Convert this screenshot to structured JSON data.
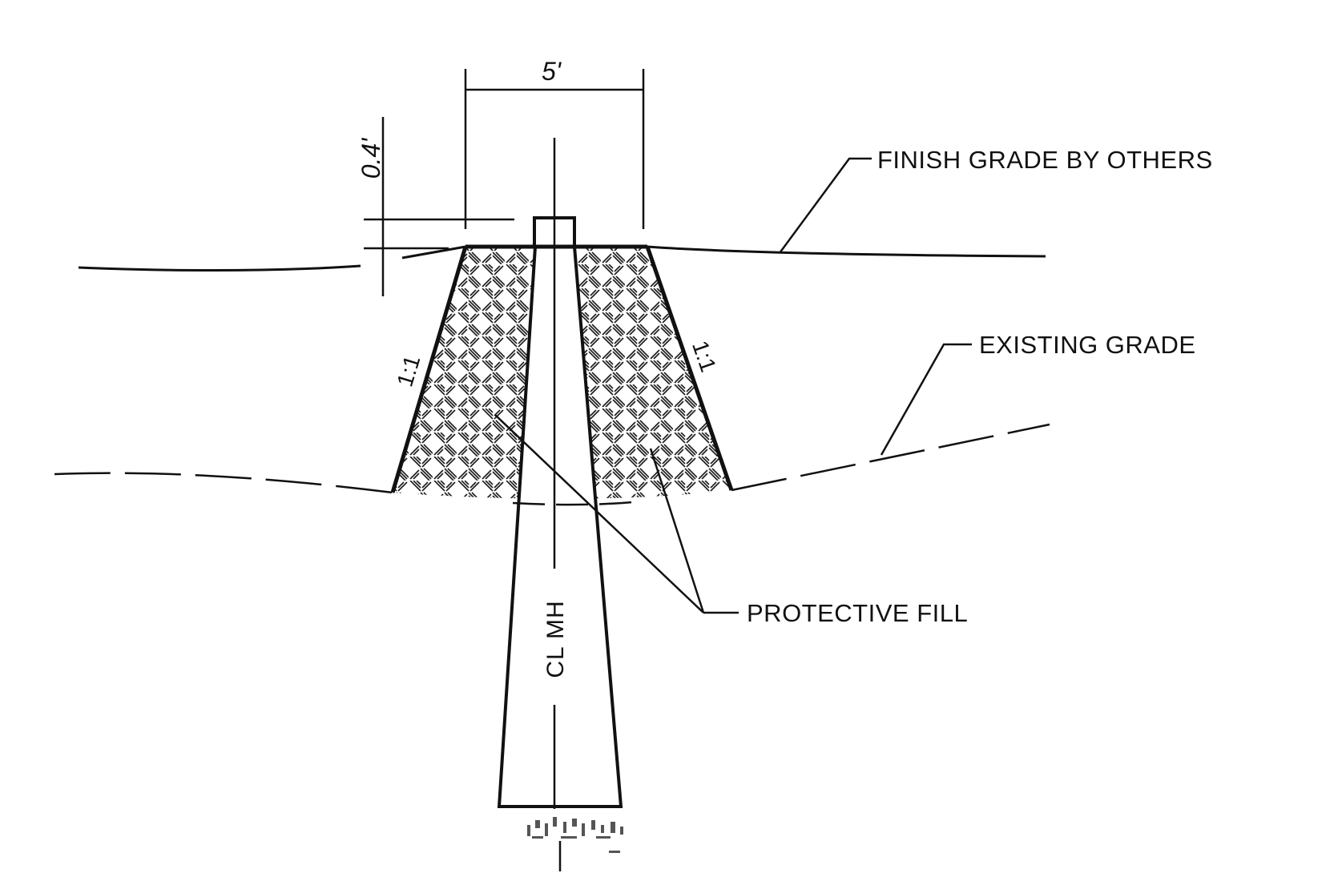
{
  "diagram": {
    "dimensions": {
      "top_width": "5'",
      "depth": "0.4'"
    },
    "slopes": {
      "left": "1:1",
      "right": "1:1"
    },
    "centerline_label": "CL MH",
    "callouts": {
      "finish_grade": "FINISH GRADE BY OTHERS",
      "existing_grade": "EXISTING GRADE",
      "protective_fill": "PROTECTIVE FILL"
    },
    "colors": {
      "ink": "#111111",
      "background": "#ffffff"
    }
  }
}
